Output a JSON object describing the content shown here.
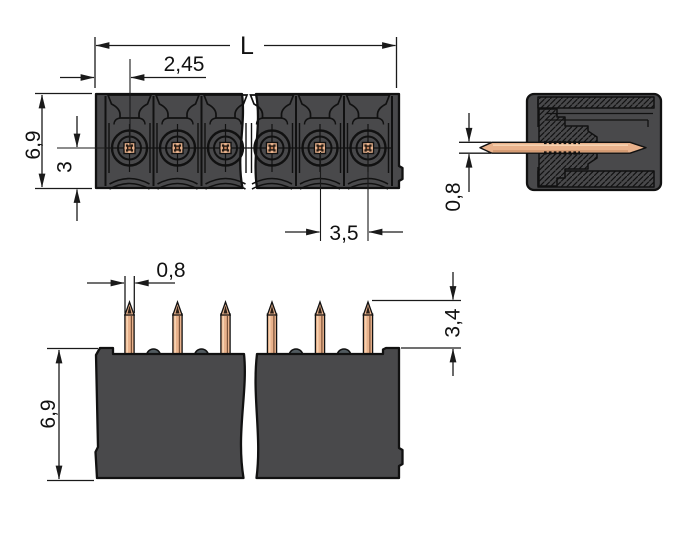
{
  "drawing": {
    "type": "technical-dimension-drawing",
    "subject": "pcb-header-connector",
    "sections_shown": 2,
    "pins_per_section": 3,
    "colors": {
      "housing_gray": "#49494b",
      "outline_black": "#111111",
      "copper_pin": "#e9b28c",
      "copper_light": "#f6d2b0",
      "copper_dark": "#7a5238",
      "bump_gray": "#525b60",
      "background": "#ffffff"
    },
    "views": {
      "top": {
        "label": "top-view",
        "dims": {
          "overall_length": "L",
          "edge_to_first_pin": "2,45",
          "body_depth": "6,9",
          "center_to_edge": "3",
          "pin_pitch": "3,5"
        }
      },
      "side": {
        "label": "side-section-view",
        "dims": {
          "pin_thickness": "0,8"
        }
      },
      "front": {
        "label": "front-view",
        "dims": {
          "pin_width": "0,8",
          "pin_length_above_housing": "3,4",
          "body_height": "6,9"
        }
      }
    }
  }
}
